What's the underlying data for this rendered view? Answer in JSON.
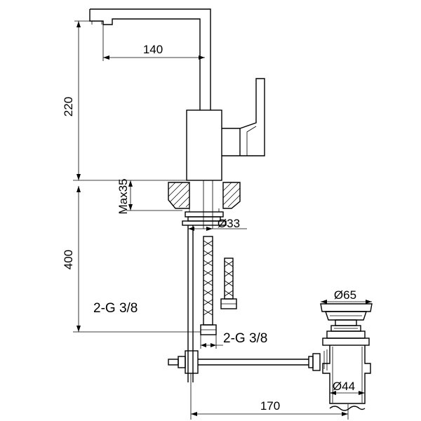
{
  "drawing": {
    "dimensions": {
      "spout_reach": "140",
      "spout_height": "220",
      "max_deck_thickness": "Max35",
      "mounting_hole": "Ø33",
      "hose_length": "400",
      "hose_connection_left": "2-G 3/8",
      "hose_connection_right": "2-G 3/8",
      "waste_top": "Ø65",
      "waste_bottom": "Ø44",
      "pull_rod_reach": "170"
    }
  }
}
